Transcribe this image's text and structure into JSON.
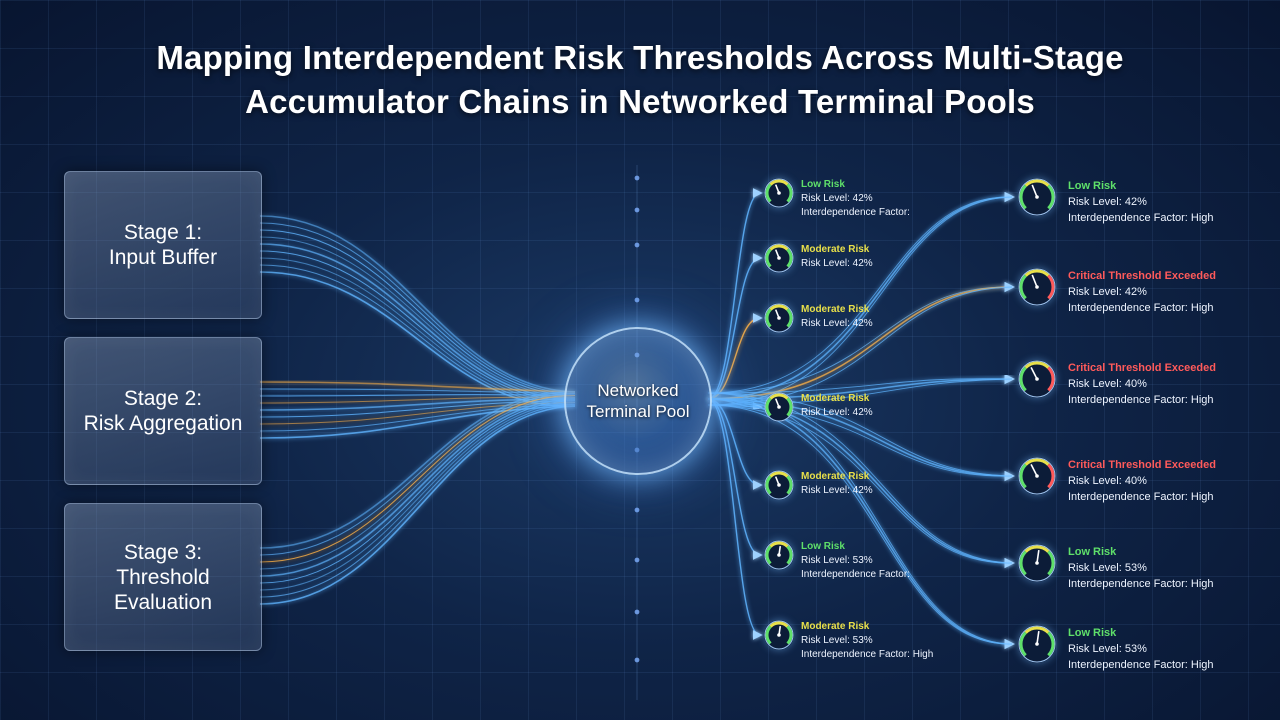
{
  "title": {
    "line1": "Mapping Interdependent Risk Thresholds Across Multi-Stage",
    "line2": "Accumulator Chains in Networked Terminal Pools"
  },
  "stages": [
    {
      "line1": "Stage 1:",
      "line2": "Input Buffer",
      "line3": ""
    },
    {
      "line1": "Stage 2:",
      "line2": "Risk Aggregation",
      "line3": ""
    },
    {
      "line1": "Stage 3:",
      "line2": "Threshold",
      "line3": "Evaluation"
    }
  ],
  "hub": {
    "line1": "Networked",
    "line2": "Terminal Pool"
  },
  "colors": {
    "low": "#5fe06a",
    "moderate": "#e8e04a",
    "critical": "#ff5a5a",
    "flow_blue": "#5fb4ff",
    "flow_orange": "#ffb347"
  },
  "inner_nodes": [
    {
      "level": "Low Risk",
      "severity": "low",
      "gauge_value": 0.42,
      "risk_line": "Risk Level: 42%",
      "factor_line": "Interdependence Factor:"
    },
    {
      "level": "Moderate Risk",
      "severity": "moderate",
      "gauge_value": 0.42,
      "risk_line": "Risk Level: 42%",
      "factor_line": ""
    },
    {
      "level": "Moderate Risk",
      "severity": "moderate",
      "gauge_value": 0.42,
      "risk_line": "Risk Level: 42%",
      "factor_line": ""
    },
    {
      "level": "Moderate Risk",
      "severity": "moderate",
      "gauge_value": 0.42,
      "risk_line": "Risk Level: 42%",
      "factor_line": ""
    },
    {
      "level": "Moderate Risk",
      "severity": "moderate",
      "gauge_value": 0.42,
      "risk_line": "Risk Level: 42%",
      "factor_line": ""
    },
    {
      "level": "Low Risk",
      "severity": "low",
      "gauge_value": 0.53,
      "risk_line": "Risk Level: 53%",
      "factor_line": "Interdependence Factor:"
    },
    {
      "level": "Moderate Risk",
      "severity": "moderate",
      "gauge_value": 0.53,
      "risk_line": "Risk Level: 53%",
      "factor_line": "Interdependence Factor: High"
    }
  ],
  "outer_nodes": [
    {
      "level": "Low Risk",
      "severity": "low",
      "gauge_value": 0.42,
      "risk_line": "Risk Level: 42%",
      "factor_line": "Interdependence Factor: High"
    },
    {
      "level": "Critical Threshold Exceeded",
      "severity": "critical",
      "gauge_value": 0.42,
      "risk_line": "Risk Level: 42%",
      "factor_line": "Interdependence Factor: High"
    },
    {
      "level": "Critical Threshold Exceeded",
      "severity": "critical",
      "gauge_value": 0.4,
      "risk_line": "Risk Level: 40%",
      "factor_line": "Interdependence Factor: High"
    },
    {
      "level": "Critical Threshold Exceeded",
      "severity": "critical",
      "gauge_value": 0.4,
      "risk_line": "Risk Level: 40%",
      "factor_line": "Interdependence Factor: High"
    },
    {
      "level": "Low Risk",
      "severity": "low",
      "gauge_value": 0.53,
      "risk_line": "Risk Level: 53%",
      "factor_line": "Interdependence Factor: High"
    },
    {
      "level": "Low Risk",
      "severity": "low",
      "gauge_value": 0.53,
      "risk_line": "Risk Level: 53%",
      "factor_line": "Interdependence Factor: High"
    }
  ]
}
